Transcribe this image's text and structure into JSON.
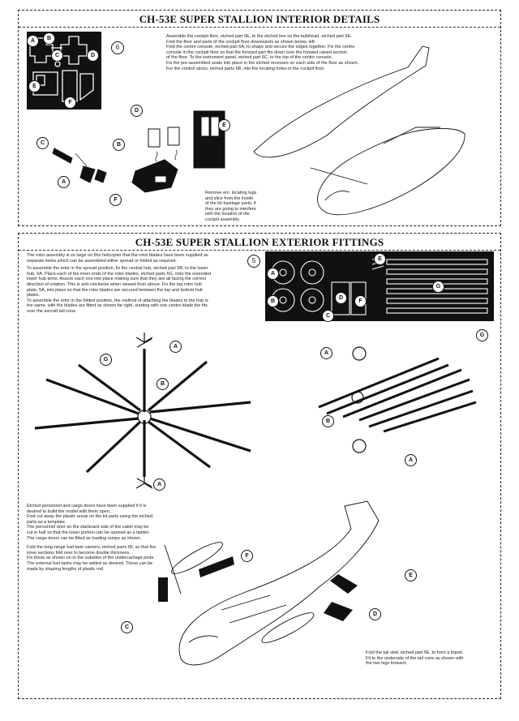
{
  "interior": {
    "title": "CH-53E SUPER STALLION INTERIOR DETAILS",
    "step": "6",
    "instructions": [
      "Assemble the cockpit floor, etched part 6E, to the etched line on the bulkhead, etched part 6E.",
      "Fold the floor and parts of the cockpit floor downwards as shown below, left.",
      "Fold the centre console, etched part 6A, to shape and secure the edges together. Fix the centre",
      "console in the cockpit floor so that the forward part fits down over the forward raised section",
      "of the floor. To the instrument panel, etched part 6C, to the top of the centre console.",
      "Fix the pre-assembled seats into place in the etched recesses on each side of the floor as shown.",
      "For the control sticks, etched parts 6B, into the locating holes in the cockpit floor."
    ],
    "note": [
      "Remove em. locating lugs",
      "and slice from the inside",
      "of the kit fuselage parts, if",
      "they are going to interfere",
      "with the location of the",
      "cockpit assembly."
    ],
    "fret_labels": [
      "A",
      "B",
      "C",
      "D",
      "E",
      "F"
    ],
    "callouts": [
      "A",
      "B",
      "C",
      "D",
      "E",
      "F"
    ]
  },
  "exterior": {
    "title": "CH-53E SUPER STALLION EXTERIOR FITTINGS",
    "step": "5",
    "intro": [
      "The rotor assembly is so large on this helicopter that the rotor blades have been supplied as",
      "separate items which can be assembled either spread or folded as required.",
      "To assemble the rotor in the spread position, fix the central hub, etched part 5B, to the lower",
      "hub, 5A. Place each of the inner ends of the rotor blades, etched parts 5G, onto the extended",
      "lower hub arms. Assure each one into place making sure that they are all facing the correct",
      "direction of rotation. This is anti-clockwise when viewed from above. Fix the top rotor hub",
      "plate, 5A, into place so that the rotor blades are secured between the top and bottom hub",
      "plates.",
      "To assemble the rotor in the folded position, the method of attaching the blades to the hub is",
      "the same, with the blades are fitted as shown far right, starting with one centre blade the fits",
      "over the aircraft tail cone."
    ],
    "door_text": [
      "Etched personnel and cargo doors have been supplied if it is",
      "desired to build the model with them open.",
      "First cut away the plastic areas on the kit parts using the etched",
      "parts as a template.",
      "The personnel door on the starboard side of the cabin may be",
      "cut in half so that the lower portion can be opened as a ladder.",
      "The cargo doors can be fitted as loading ramps as shown.",
      "",
      "Fold the long-range fuel tank carriers, etched parts 5F, so that the",
      "inner sections fold over to become double thickness.",
      "Fix these as shown on to the outsides of the undercarriage pods.",
      "The external fuel tanks may be added as desired. These can be",
      "made by shaping lengths of plastic rod."
    ],
    "skid_text": [
      "Fold the tail skid, etched part 5E, to form a tripod.",
      "Fit to the underside of the tail cone as shown with",
      "the two legs forward."
    ],
    "fret_labels": [
      "A",
      "B",
      "C",
      "D",
      "E",
      "F",
      "G"
    ],
    "callouts_spread": [
      "A",
      "G",
      "B",
      "A"
    ],
    "callouts_folded": [
      "A",
      "G",
      "B",
      "A"
    ],
    "callouts_body": [
      "F",
      "E",
      "D",
      "C"
    ]
  }
}
